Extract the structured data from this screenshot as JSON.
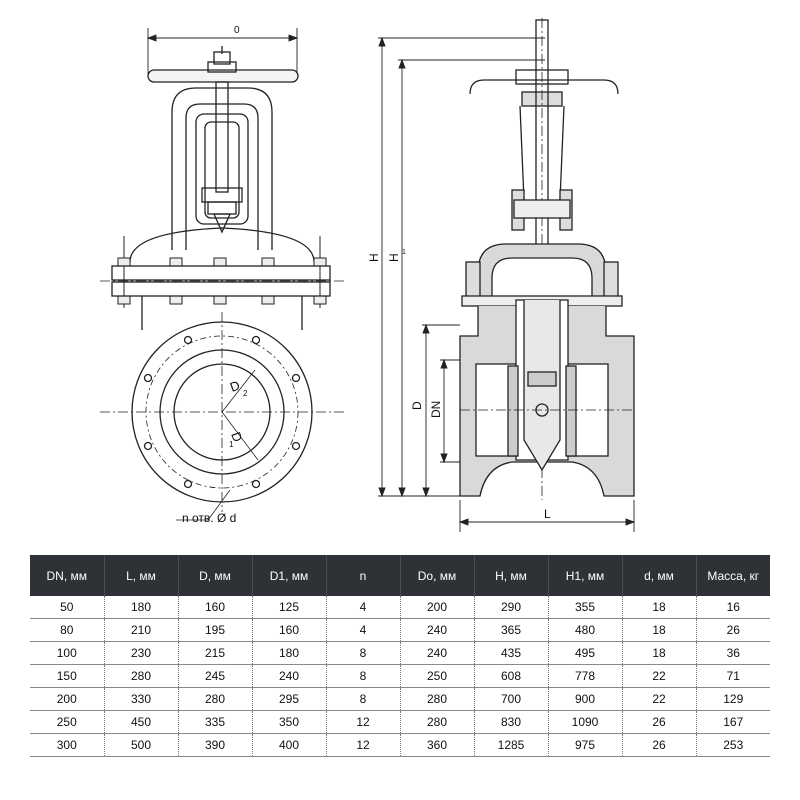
{
  "drawing": {
    "labels": {
      "front_width": "0",
      "d2": "D",
      "d2_sub": "2",
      "d1": "D",
      "d1_sub": "1",
      "holes": "n отв. Ø d",
      "height_h": "H",
      "height_h1": "H",
      "height_h1_sub": "1",
      "flange_d": "D",
      "nominal_dn": "DN",
      "length_l": "L"
    }
  },
  "table": {
    "headers": [
      "DN, мм",
      "L, мм",
      "D, мм",
      "D1, мм",
      "n",
      "Do, мм",
      "H, мм",
      "H1, мм",
      "d, мм",
      "Масса, кг"
    ],
    "rows": [
      [
        "50",
        "180",
        "160",
        "125",
        "4",
        "200",
        "290",
        "355",
        "18",
        "16"
      ],
      [
        "80",
        "210",
        "195",
        "160",
        "4",
        "240",
        "365",
        "480",
        "18",
        "26"
      ],
      [
        "100",
        "230",
        "215",
        "180",
        "8",
        "240",
        "435",
        "495",
        "18",
        "36"
      ],
      [
        "150",
        "280",
        "245",
        "240",
        "8",
        "250",
        "608",
        "778",
        "22",
        "71"
      ],
      [
        "200",
        "330",
        "280",
        "295",
        "8",
        "280",
        "700",
        "900",
        "22",
        "129"
      ],
      [
        "250",
        "450",
        "335",
        "350",
        "12",
        "280",
        "830",
        "1090",
        "26",
        "167"
      ],
      [
        "300",
        "500",
        "390",
        "400",
        "12",
        "360",
        "1285",
        "975",
        "26",
        "253"
      ]
    ]
  }
}
